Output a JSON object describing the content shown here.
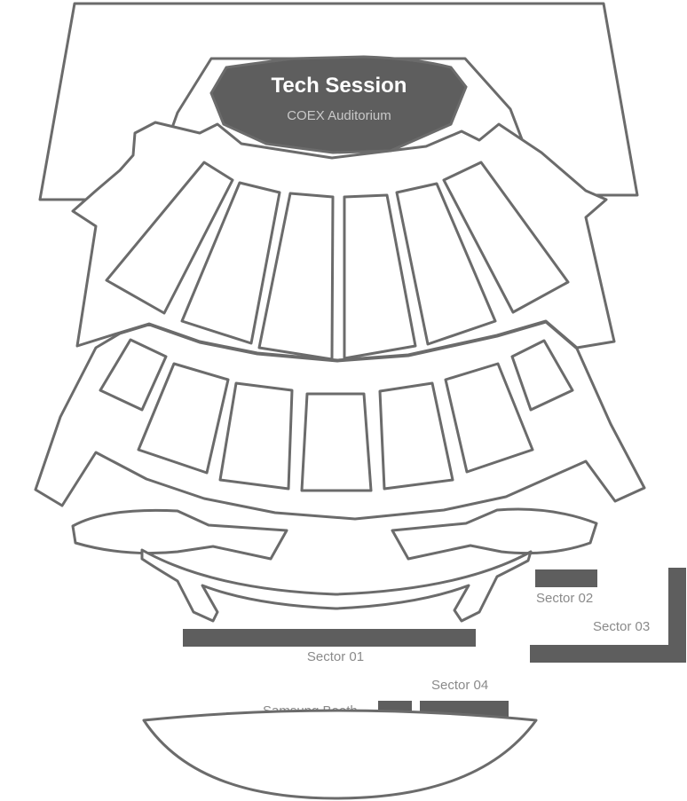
{
  "stage": {
    "title": "Tech Session",
    "subtitle": "COEX Auditorium"
  },
  "sectors": {
    "sector_01": "Sector 01",
    "sector_02": "Sector 02",
    "sector_03": "Sector 03",
    "sector_04": "Sector 04",
    "booth": "Samsung Booth"
  },
  "colors": {
    "outline": "#6b6b6b",
    "filled": "#5e5e5e",
    "label": "#8a8a8a"
  }
}
